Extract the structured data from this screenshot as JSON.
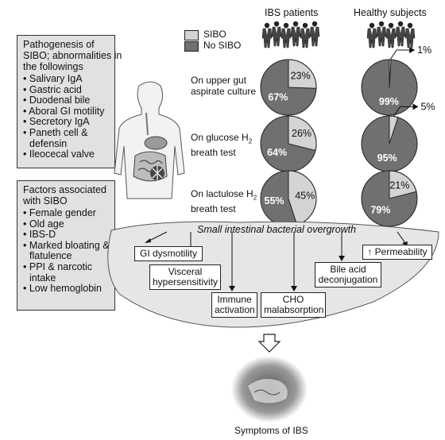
{
  "header": {
    "ibs": "IBS patients",
    "healthy": "Healthy subjects"
  },
  "legend": {
    "sibo": "SIBO",
    "no_sibo": "No SIBO"
  },
  "colors": {
    "sibo": "#d4d4d4",
    "no_sibo": "#707070",
    "box_fill": "#e1e1e1",
    "bowl": "#e6e6e6"
  },
  "pathogenesis": {
    "title": "Pathogenesis of SIBO; abnormalities in the followings",
    "items": [
      "Salivary IgA",
      "Gastric acid",
      "Duodenal bile",
      "Aboral GI motility",
      "Secretory IgA",
      "Paneth cell & defensin",
      "Ileocecal valve"
    ]
  },
  "factors": {
    "title": "Factors associated with SIBO",
    "items": [
      "Female gender",
      "Old age",
      "IBS-D",
      "Marked bloating & flatulence",
      "PPI & narcotic intake",
      "Low hemoglobin"
    ]
  },
  "tests": [
    {
      "line1": "On upper gut",
      "line2": "aspirate culture"
    },
    {
      "line1": "On glucose H",
      "sub": "2",
      "line2": "breath test"
    },
    {
      "line1": "On lactulose H",
      "sub": "2",
      "line2": "breath test"
    }
  ],
  "chart_data": {
    "type": "pie",
    "series_names": [
      "SIBO",
      "No SIBO"
    ],
    "pies": [
      {
        "group": "IBS patients",
        "test": "On upper gut aspirate culture",
        "sibo": 23,
        "no_sibo": 67,
        "sibo_label": "23%",
        "no_sibo_label": "67%"
      },
      {
        "group": "Healthy subjects",
        "test": "On upper gut aspirate culture",
        "sibo": 1,
        "no_sibo": 99,
        "sibo_label": "1%",
        "no_sibo_label": "99%",
        "sibo_external": true
      },
      {
        "group": "IBS patients",
        "test": "On glucose H2 breath test",
        "sibo": 26,
        "no_sibo": 64,
        "sibo_label": "26%",
        "no_sibo_label": "64%"
      },
      {
        "group": "Healthy subjects",
        "test": "On glucose H2 breath test",
        "sibo": 5,
        "no_sibo": 95,
        "sibo_label": "5%",
        "no_sibo_label": "95%",
        "sibo_external": true
      },
      {
        "group": "IBS patients",
        "test": "On lactulose H2 breath test",
        "sibo": 45,
        "no_sibo": 55,
        "sibo_label": "45%",
        "no_sibo_label": "55%"
      },
      {
        "group": "Healthy subjects",
        "test": "On lactulose H2 breath test",
        "sibo": 21,
        "no_sibo": 79,
        "sibo_label": "21%",
        "no_sibo_label": "79%"
      }
    ]
  },
  "overgrowth": "Small intestinal bacterial overgrowth",
  "mechanisms": {
    "gi_dysmotility": "GI dysmotility",
    "visceral": "Visceral hypersensitivity",
    "immune": "Immune activation",
    "cho": "CHO malabsorption",
    "bile": "Bile acid deconjugation",
    "permeability": "Permeability",
    "permeability_arrow": "↑"
  },
  "footer": "Symptoms of IBS"
}
